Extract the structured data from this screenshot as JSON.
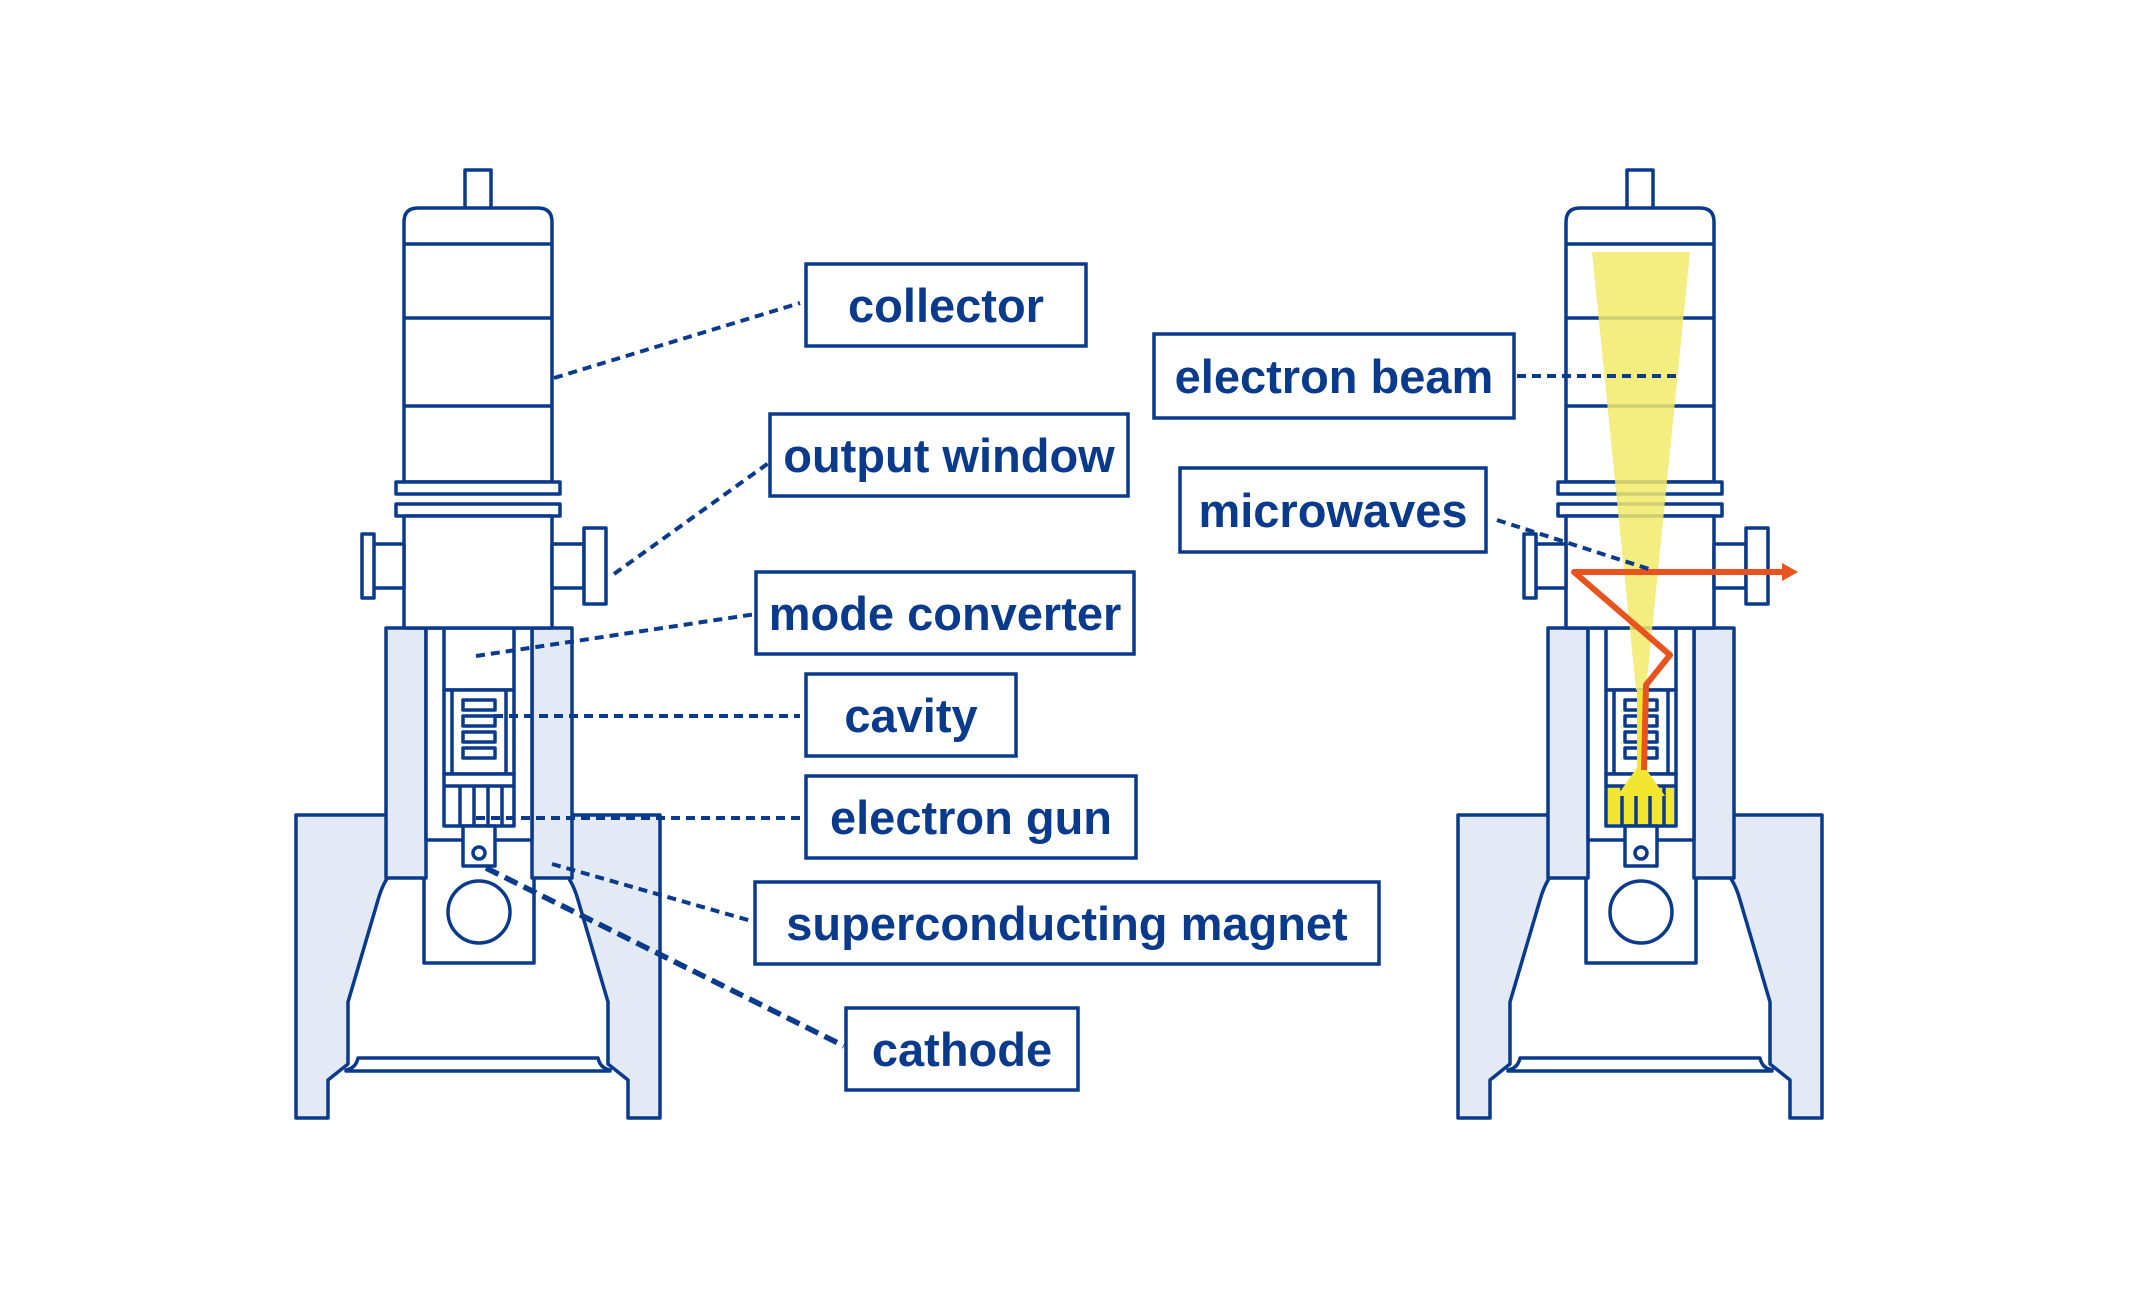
{
  "labels": {
    "collector": "collector",
    "output_window": "output window",
    "mode_converter": "mode converter",
    "cavity": "cavity",
    "electron_gun": "electron gun",
    "superconducting_magnet": "superconducting magnet",
    "cathode": "cathode",
    "electron_beam": "electron beam",
    "microwaves": "microwaves"
  },
  "colors": {
    "outline": "#0a3a8c",
    "magnet_fill": "#e3eaf5",
    "beam": "#f2ea6a",
    "microwave": "#e8531e"
  }
}
